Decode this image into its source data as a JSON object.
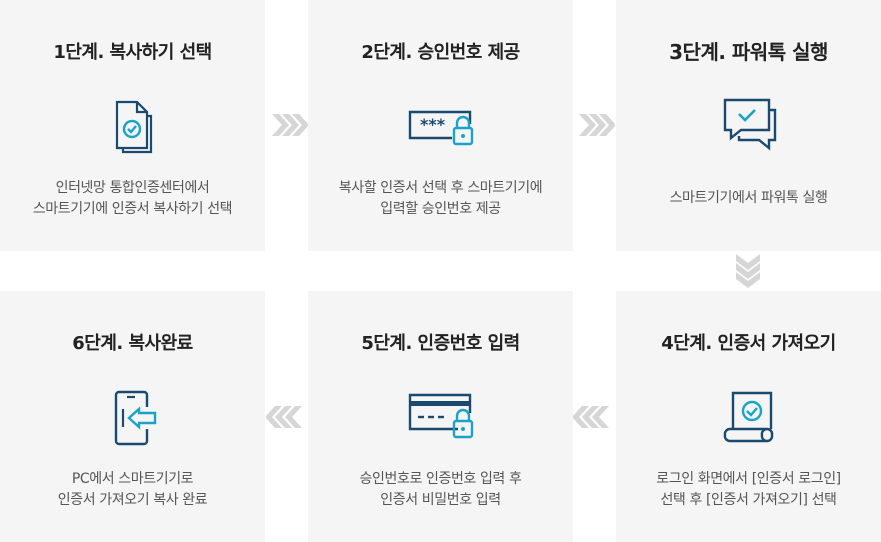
{
  "steps": [
    {
      "title": "1단계. 복사하기 선택",
      "icon": "document-check-icon",
      "desc": [
        "인터넷망 통합인증센터에서",
        "스마트기기에 인증서 복사하기 선택"
      ]
    },
    {
      "title": "2단계. 승인번호 제공",
      "icon": "password-lock-icon",
      "desc": [
        "복사할 인증서 선택 후 스마트기기에",
        "입력할 승인번호 제공"
      ]
    },
    {
      "title": "3단계. 파워톡 실행",
      "icon": "chat-check-icon",
      "desc": [
        "스마트기기에서 파워톡 실행"
      ]
    },
    {
      "title": "4단계. 인증서 가져오기",
      "icon": "certificate-scroll-icon",
      "desc": [
        "로그인 화면에서 [인증서 로그인]",
        "선택 후 [인증서 가져오기] 선택"
      ]
    },
    {
      "title": "5단계. 인증번호 입력",
      "icon": "card-lock-icon",
      "desc": [
        "승인번호로 인증번호 입력 후",
        "인증서 비밀번호 입력"
      ]
    },
    {
      "title": "6단계. 복사완료",
      "icon": "phone-import-icon",
      "desc": [
        "PC에서 스마트기기로",
        "인증서 가져오기 복사 완료"
      ]
    }
  ],
  "colors": {
    "icon_dark": "#1a4a6e",
    "icon_accent": "#1aa3c8",
    "arrow": "#d6d6d6",
    "card_bg": "#f5f5f5"
  }
}
